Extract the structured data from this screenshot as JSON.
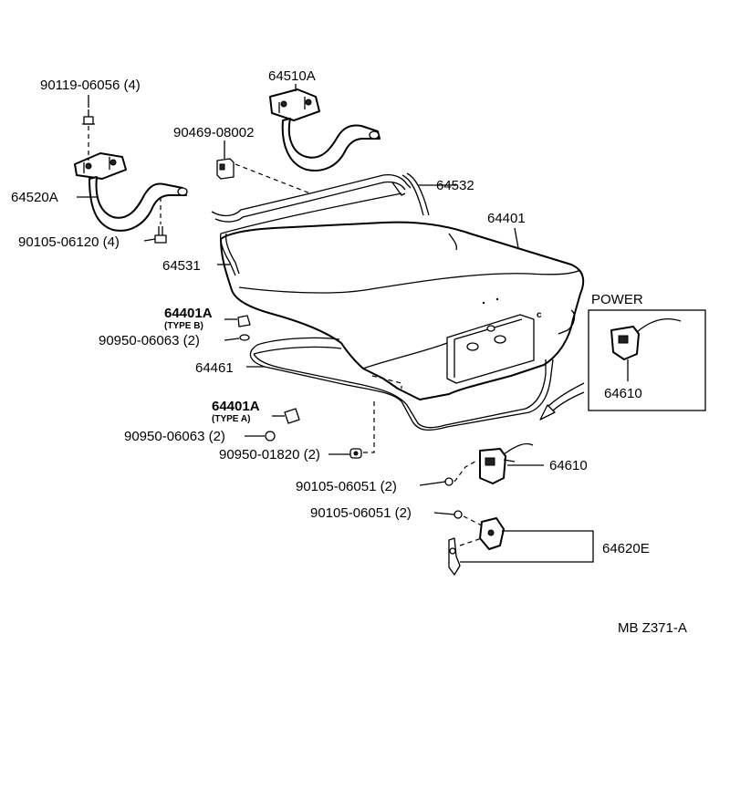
{
  "labels": {
    "bolt_top": "90119-06056 (4)",
    "hinge_right": "64510A",
    "clip_top": "90469-08002",
    "torsion_bar_right": "64532",
    "hinge_left": "64520A",
    "luggage_lid": "64401",
    "bolt_hinge": "90105-06120 (4)",
    "torsion_bar_left": "64531",
    "cushion_b": "64401A",
    "cushion_b_type": "(TYPE  B)",
    "power": "POWER",
    "washer_b": "90950-06063 (2)",
    "weatherstrip": "64461",
    "power_lock": "64610",
    "cushion_a": "64401A",
    "cushion_a_type": "(TYPE  A)",
    "washer_a": "90950-06063 (2)",
    "grommet": "90950-01820 (2)",
    "lock": "64610",
    "bolt_lock": "90105-06051 (2)",
    "bolt_striker": "90105-06051 (2)",
    "striker": "64620E",
    "footer_code": "MB  Z371-A"
  }
}
